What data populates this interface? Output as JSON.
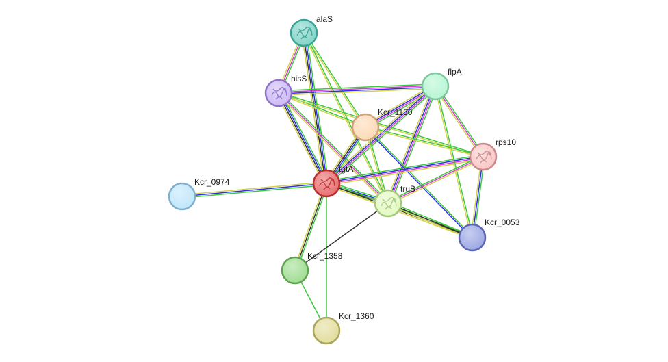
{
  "network": {
    "nodes": [
      {
        "id": "alaS",
        "label": "alaS",
        "fill": "#7fd4c8",
        "stroke": "#3aa394",
        "structure": true
      },
      {
        "id": "hisS",
        "label": "hisS",
        "fill": "#cbb8f5",
        "stroke": "#8e74c9",
        "structure": true
      },
      {
        "id": "flpA",
        "label": "flpA",
        "fill": "#b5f5d2",
        "stroke": "#7cc9a0",
        "structure": false
      },
      {
        "id": "Kcr_1130",
        "label": "Kcr_1130",
        "fill": "#fdd9b5",
        "stroke": "#cfa47b",
        "structure": false
      },
      {
        "id": "rps10",
        "label": "rps10",
        "fill": "#f9c6c6",
        "stroke": "#c98a8a",
        "structure": true
      },
      {
        "id": "tgtA",
        "label": "tgtA",
        "fill": "#e86a6a",
        "stroke": "#b83030",
        "structure": true
      },
      {
        "id": "Kcr_0974",
        "label": "Kcr_0974",
        "fill": "#bfe6fb",
        "stroke": "#7fb0cf",
        "structure": false
      },
      {
        "id": "truB",
        "label": "truB",
        "fill": "#e3f9c0",
        "stroke": "#a6c780",
        "structure": true
      },
      {
        "id": "Kcr_0053",
        "label": "Kcr_0053",
        "fill": "#9aa6e3",
        "stroke": "#5a66b0",
        "structure": false
      },
      {
        "id": "Kcr_1358",
        "label": "Kcr_1358",
        "fill": "#9ddc8f",
        "stroke": "#5fa350",
        "structure": false
      },
      {
        "id": "Kcr_1360",
        "label": "Kcr_1360",
        "fill": "#e2dc9a",
        "stroke": "#aaa45c",
        "structure": false
      }
    ],
    "edge_colors": {
      "green": "#3cc83c",
      "blue": "#2d2df0",
      "magenta": "#d43cd4",
      "yellow": "#d2d24a",
      "black": "#333333"
    },
    "edges": [
      {
        "from": "alaS",
        "to": "hisS",
        "types": [
          "green",
          "magenta",
          "yellow"
        ]
      },
      {
        "from": "alaS",
        "to": "tgtA",
        "types": [
          "green",
          "blue",
          "black",
          "yellow"
        ]
      },
      {
        "from": "alaS",
        "to": "Kcr_1130",
        "types": [
          "green",
          "yellow"
        ]
      },
      {
        "from": "alaS",
        "to": "truB",
        "types": [
          "green",
          "yellow"
        ]
      },
      {
        "from": "hisS",
        "to": "flpA",
        "types": [
          "green",
          "magenta",
          "blue",
          "yellow"
        ]
      },
      {
        "from": "hisS",
        "to": "tgtA",
        "types": [
          "green",
          "blue",
          "black",
          "yellow"
        ]
      },
      {
        "from": "hisS",
        "to": "Kcr_1130",
        "types": [
          "green",
          "yellow"
        ]
      },
      {
        "from": "hisS",
        "to": "truB",
        "types": [
          "green",
          "magenta",
          "yellow"
        ]
      },
      {
        "from": "hisS",
        "to": "rps10",
        "types": [
          "green",
          "yellow"
        ]
      },
      {
        "from": "flpA",
        "to": "Kcr_1130",
        "types": [
          "green",
          "magenta",
          "blue",
          "yellow"
        ]
      },
      {
        "from": "flpA",
        "to": "tgtA",
        "types": [
          "green",
          "magenta",
          "blue",
          "yellow"
        ]
      },
      {
        "from": "flpA",
        "to": "truB",
        "types": [
          "green",
          "magenta",
          "blue",
          "yellow"
        ]
      },
      {
        "from": "flpA",
        "to": "rps10",
        "types": [
          "green",
          "magenta",
          "yellow"
        ]
      },
      {
        "from": "flpA",
        "to": "Kcr_0053",
        "types": [
          "green",
          "yellow"
        ]
      },
      {
        "from": "Kcr_1130",
        "to": "tgtA",
        "types": [
          "green",
          "blue",
          "black",
          "yellow"
        ]
      },
      {
        "from": "Kcr_1130",
        "to": "truB",
        "types": [
          "green",
          "yellow"
        ]
      },
      {
        "from": "Kcr_1130",
        "to": "rps10",
        "types": [
          "green",
          "yellow"
        ]
      },
      {
        "from": "Kcr_1130",
        "to": "Kcr_0053",
        "types": [
          "green",
          "blue"
        ]
      },
      {
        "from": "tgtA",
        "to": "rps10",
        "types": [
          "green",
          "blue",
          "magenta",
          "yellow"
        ]
      },
      {
        "from": "tgtA",
        "to": "Kcr_0974",
        "types": [
          "green",
          "blue",
          "yellow"
        ]
      },
      {
        "from": "tgtA",
        "to": "truB",
        "types": [
          "green",
          "blue",
          "black",
          "yellow"
        ]
      },
      {
        "from": "tgtA",
        "to": "Kcr_0053",
        "types": [
          "green",
          "black",
          "yellow"
        ]
      },
      {
        "from": "tgtA",
        "to": "Kcr_1358",
        "types": [
          "green",
          "black",
          "yellow"
        ]
      },
      {
        "from": "tgtA",
        "to": "Kcr_1360",
        "types": [
          "green"
        ]
      },
      {
        "from": "truB",
        "to": "rps10",
        "types": [
          "green",
          "magenta",
          "yellow"
        ]
      },
      {
        "from": "truB",
        "to": "Kcr_0053",
        "types": [
          "green",
          "black",
          "yellow"
        ]
      },
      {
        "from": "truB",
        "to": "Kcr_1358",
        "types": [
          "black"
        ]
      },
      {
        "from": "rps10",
        "to": "Kcr_0053",
        "types": [
          "green",
          "blue",
          "yellow"
        ]
      },
      {
        "from": "Kcr_1358",
        "to": "Kcr_1360",
        "types": [
          "green"
        ]
      }
    ]
  }
}
